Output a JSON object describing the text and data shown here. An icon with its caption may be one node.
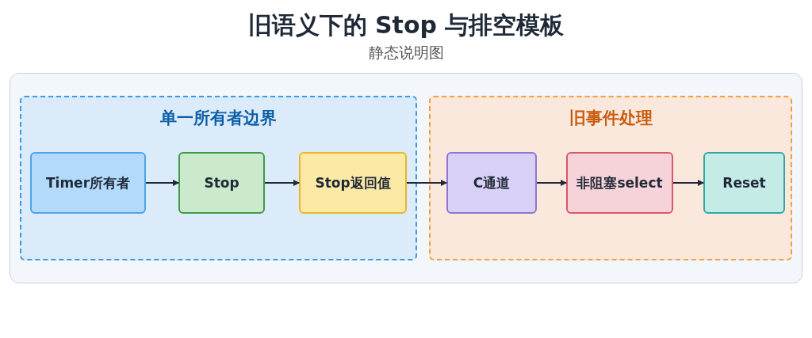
{
  "diagram": {
    "title": "旧语义下的 Stop 与排空模板",
    "nodes": [
      {
        "text": [
          "单一所有者边界"
        ]
      },
      {
        "text": [
          "Timer所有者"
        ],
        "in": 0
      },
      {
        "text": [
          "Stop"
        ],
        "in": 0
      },
      {
        "text": [
          "Stop返回值"
        ],
        "in": 0
      },
      {
        "text": [
          "旧事件处理"
        ]
      },
      {
        "text": [
          "C通道"
        ],
        "in": 4
      },
      {
        "text": [
          "非阻塞select"
        ],
        "in": 4
      },
      {
        "text": [
          "Reset"
        ],
        "in": 4
      }
    ],
    "edges": [
      {
        "from": 1,
        "to": 2,
        "arrow": "to"
      },
      {
        "from": 2,
        "to": 3,
        "arrow": "to"
      },
      {
        "from": 3,
        "to": 5,
        "arrow": "to"
      },
      {
        "from": 5,
        "to": 6,
        "arrow": "to"
      },
      {
        "from": 6,
        "to": 7,
        "arrow": "to"
      }
    ],
    "labels": [
      "静态说明图"
    ]
  }
}
